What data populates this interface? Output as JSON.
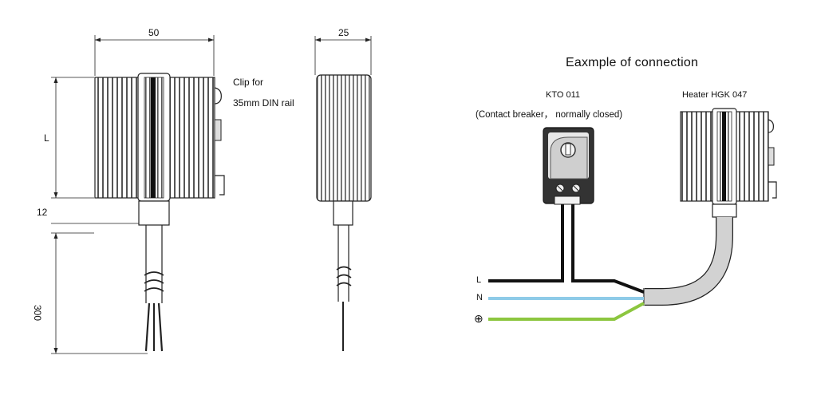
{
  "dimensions": {
    "width": "50",
    "side_width": "25",
    "length": "L",
    "gap": "12",
    "cable_length": "300"
  },
  "notes": {
    "clip_line1": "Clip for",
    "clip_line2": "35mm DIN rail"
  },
  "connection": {
    "title": "Eaxmple of connection",
    "breaker_name": "KTO 011",
    "breaker_desc": "(Contact breaker， normally closed)",
    "heater_name": "Heater HGK  047"
  },
  "wires": [
    {
      "label": "L",
      "color": "#111111"
    },
    {
      "label": "N",
      "color": "#8ecbe8"
    },
    {
      "label": "⊕",
      "color": "#8cc63f"
    }
  ]
}
